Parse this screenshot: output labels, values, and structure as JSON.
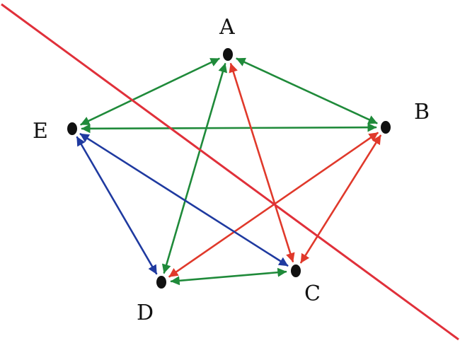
{
  "diagram": {
    "colors": {
      "green": "#1f8a3a",
      "red": "#e0392b",
      "blue": "#1f3aa0",
      "node": "#111111",
      "slash": "#e0303a"
    },
    "nodes": [
      {
        "id": "A",
        "label": "A"
      },
      {
        "id": "B",
        "label": "B"
      },
      {
        "id": "C",
        "label": "C"
      },
      {
        "id": "D",
        "label": "D"
      },
      {
        "id": "E",
        "label": "E"
      }
    ],
    "edges": [
      {
        "from": "A",
        "to": "E",
        "color": "green"
      },
      {
        "from": "A",
        "to": "B",
        "color": "green"
      },
      {
        "from": "A",
        "to": "D",
        "color": "green"
      },
      {
        "from": "E",
        "to": "B",
        "color": "green"
      },
      {
        "from": "D",
        "to": "C",
        "color": "green"
      },
      {
        "from": "A",
        "to": "C",
        "color": "red"
      },
      {
        "from": "B",
        "to": "D",
        "color": "red"
      },
      {
        "from": "B",
        "to": "C",
        "color": "red"
      },
      {
        "from": "E",
        "to": "D",
        "color": "blue"
      },
      {
        "from": "E",
        "to": "C",
        "color": "blue"
      }
    ],
    "crossed_out": true
  }
}
